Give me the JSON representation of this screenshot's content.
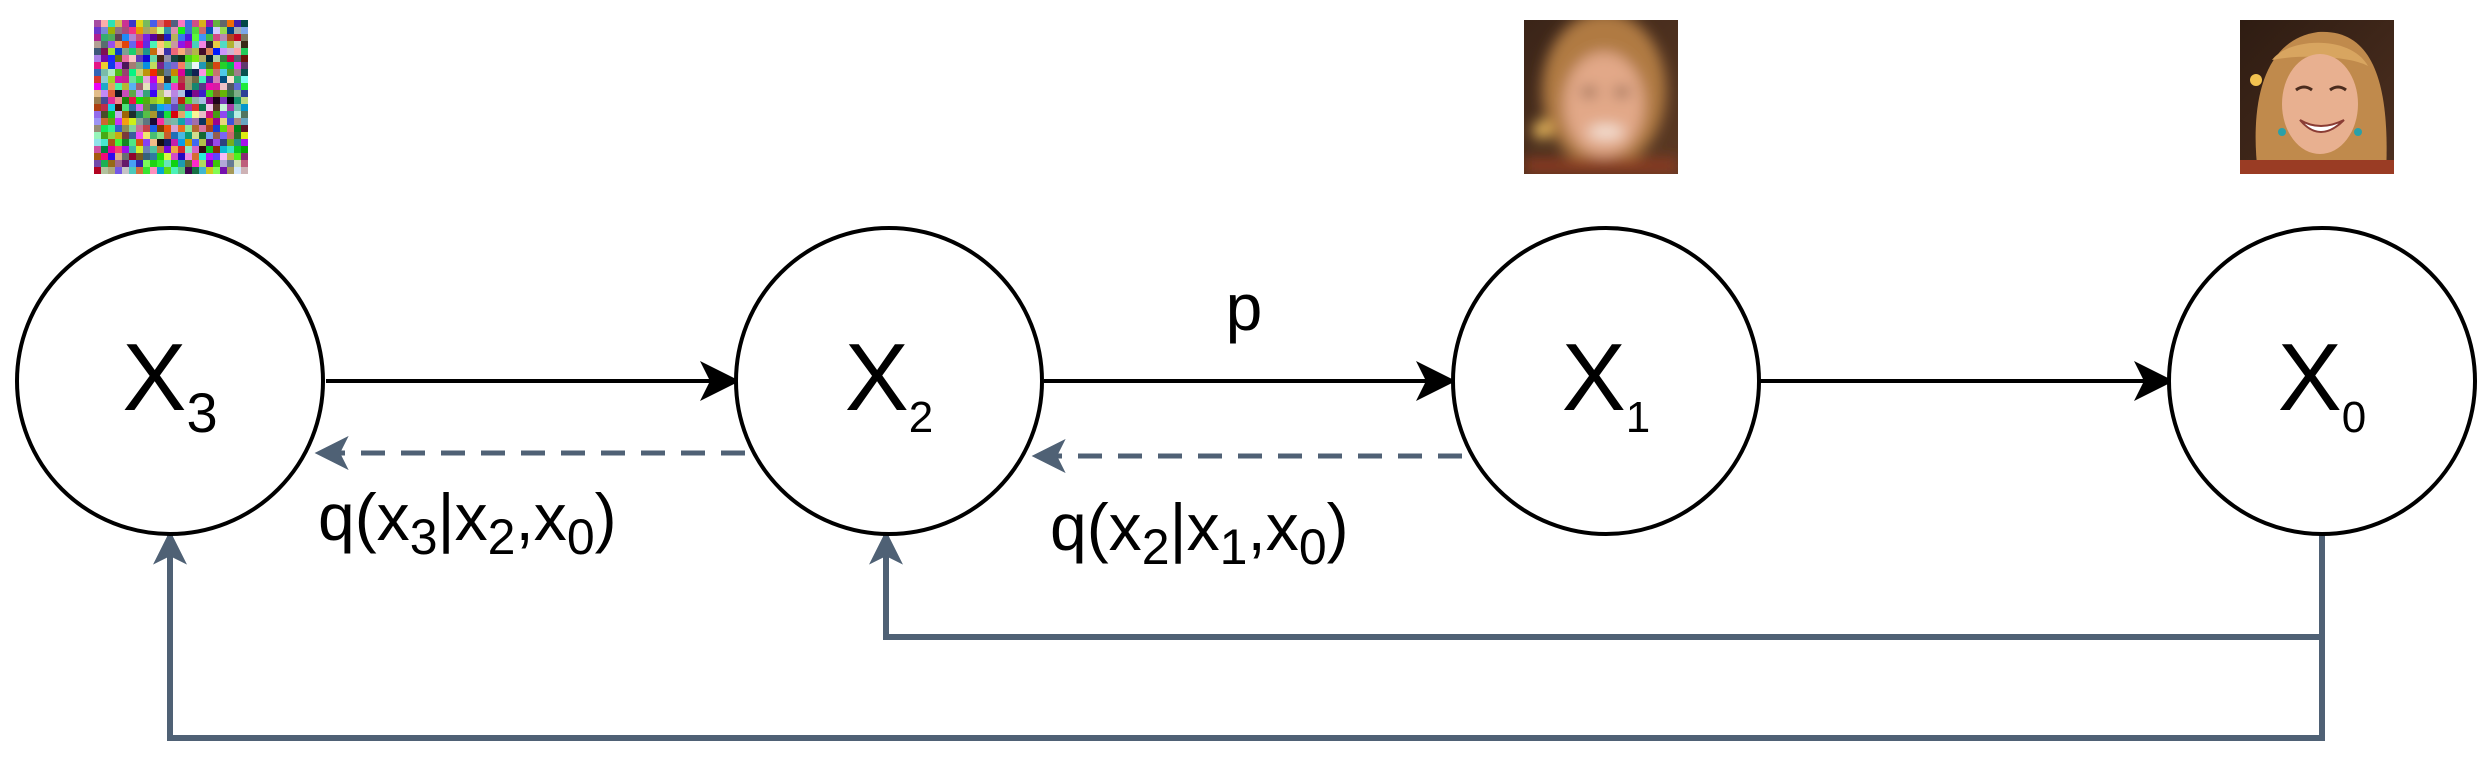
{
  "nodes": [
    {
      "id": "x3",
      "main": "X",
      "sub": "3"
    },
    {
      "id": "x2",
      "main": "X",
      "sub": "2"
    },
    {
      "id": "x1",
      "main": "X",
      "sub": "1"
    },
    {
      "id": "x0",
      "main": "X",
      "sub": "0"
    }
  ],
  "edge_labels": {
    "p": "p",
    "q1": {
      "prefix": "q(x",
      "a": "3",
      "mid1": "|x",
      "b": "2",
      "mid2": ",x",
      "c": "0",
      "suffix": ")"
    },
    "q2": {
      "prefix": "q(x",
      "a": "2",
      "mid1": "|x",
      "b": "1",
      "mid2": ",x",
      "c": "0",
      "suffix": ")"
    }
  },
  "images": [
    {
      "name": "noise-image",
      "depicts": "random noise"
    },
    {
      "name": "blurry-face-image",
      "depicts": "blurred face"
    },
    {
      "name": "clear-face-image",
      "depicts": "smiling face"
    }
  ],
  "colors": {
    "forward_arrow": "#000000",
    "posterior_arrow": "#4f6175",
    "node_stroke": "#000000"
  }
}
